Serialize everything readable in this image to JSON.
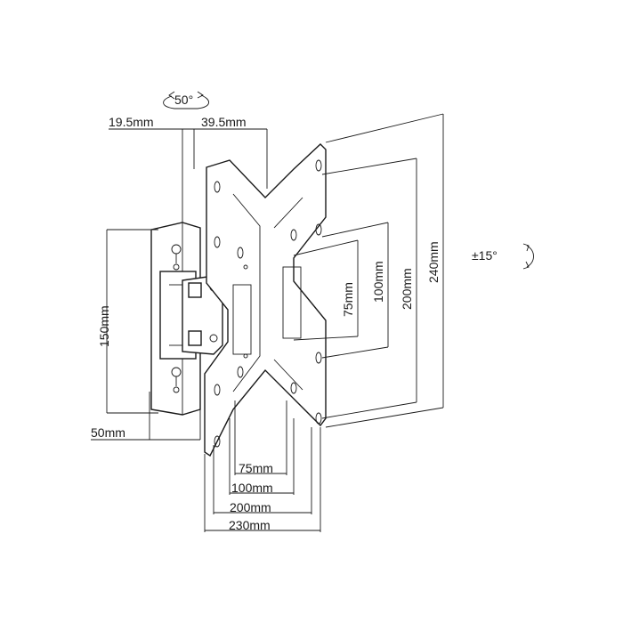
{
  "labels": {
    "swivel_angle": "50°",
    "tilt_angle": "±15°",
    "offset_left": "19.5mm",
    "offset_right": "39.5mm",
    "depth": "50mm",
    "wall_plate_height": "150mm",
    "vesa_v_75": "75mm",
    "vesa_v_100": "100mm",
    "vesa_v_200": "200mm",
    "plate_height": "240mm",
    "vesa_h_75": "75mm",
    "vesa_h_100": "100mm",
    "vesa_h_200": "200mm",
    "plate_width": "230mm"
  }
}
